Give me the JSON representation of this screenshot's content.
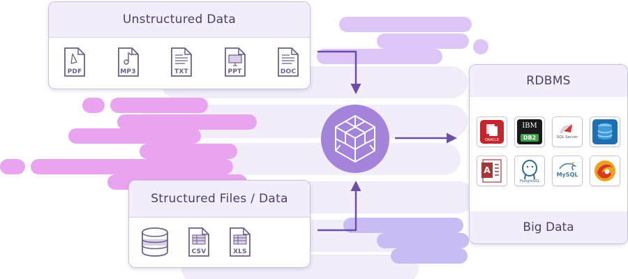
{
  "unstructured": {
    "title": "Unstructured Data",
    "files": [
      {
        "label": "PDF",
        "icon": "pdf-file-icon"
      },
      {
        "label": "MP3",
        "icon": "mp3-file-icon"
      },
      {
        "label": "TXT",
        "icon": "txt-file-icon"
      },
      {
        "label": "PPT",
        "icon": "ppt-file-icon"
      },
      {
        "label": "DOC",
        "icon": "doc-file-icon"
      }
    ]
  },
  "structured": {
    "title": "Structured Files / Data",
    "files": [
      {
        "label": "",
        "icon": "database-icon"
      },
      {
        "label": "CSV",
        "icon": "csv-file-icon"
      },
      {
        "label": "XLS",
        "icon": "xls-file-icon"
      }
    ]
  },
  "hub": {
    "icon": "data-cubes-icon"
  },
  "rdbms": {
    "title": "RDBMS",
    "footer": "Big Data",
    "databases": [
      {
        "name": "oracle-logo",
        "label": "ORACLE"
      },
      {
        "name": "ibm-db2-logo",
        "label_top": "IBM",
        "label_bottom": "DB2"
      },
      {
        "name": "sql-server-logo",
        "label": "SQL Server"
      },
      {
        "name": "generic-db-logo"
      },
      {
        "name": "access-logo",
        "label": "A"
      },
      {
        "name": "postgresql-logo",
        "label": "PostgreSQL"
      },
      {
        "name": "mysql-logo",
        "label": "MySQL"
      },
      {
        "name": "firebird-logo"
      }
    ]
  },
  "colors": {
    "accent": "#a384d8",
    "arrow": "#6a4fa8",
    "card_header": "#f3ecfb",
    "cloud_pink": "#e6a3ee",
    "cloud_lavender": "#c7b8f5",
    "cloud_faint": "#efeaf8"
  }
}
